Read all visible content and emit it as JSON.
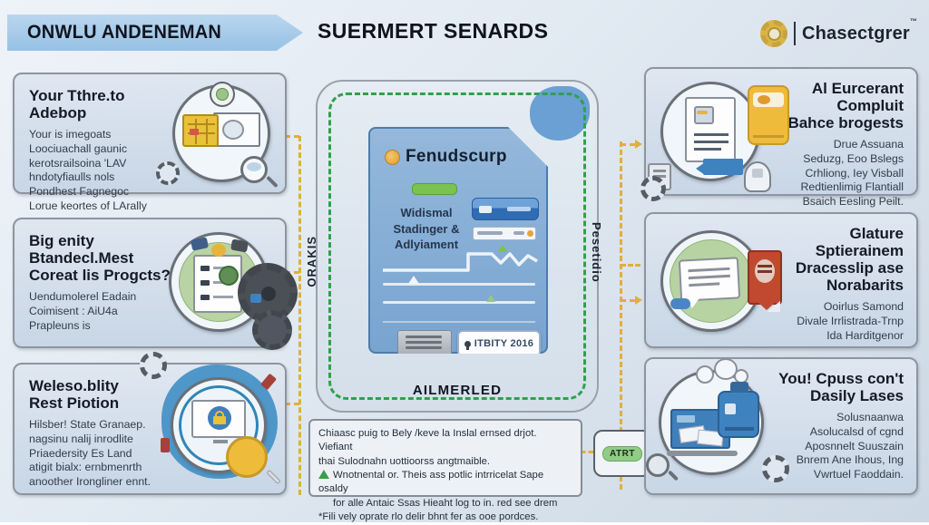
{
  "colors": {
    "accent_yellow": "#DFAF3F",
    "green_dash": "#2FA14B",
    "banner_blue": "#A9CBE8",
    "doc_blue": "#7FA9D3",
    "brand_gold": "#C9A23B"
  },
  "header": {
    "banner": "ONWLU ANDENEMAN",
    "title": "SUERMERT SENARDS",
    "brand_name": "Chasectgrer",
    "brand_tm": "™"
  },
  "left_cards": [
    {
      "title": "Your Tthre.to Adebop",
      "body": "Your is imegoats\nLoociuachall gaunic\nkerotsrailsoina 'LAV\nhndotyfiaulls nols\nPondhest Fagnegoc\nLorue keortes of LArally"
    },
    {
      "title": "Big enity\nBtandecl.Mest\nCoreat lis Progcts?",
      "body": "Uendumolerel Eadain\nCoimisent : AiU4a\nPrapleuns is"
    },
    {
      "title": "Weleso.blity\nRest Piotion",
      "body": "Hilsber! State Granaep.\nnagsinu nalij inrodlite\nPriaedersity Es Land\natigit bialx: ernbmenrth\nanoother Irongliner ennt."
    }
  ],
  "right_cards": [
    {
      "title": "Al Eurcerant\nCompluit\nBahce brogests",
      "body": "Drue Assuana\nSeduzg, Eoo Bslegs\nCrhliong, Iey Visball\nRedtienlimig Flantiall\nBsaich Eesling Peilt."
    },
    {
      "title": "Glature Sptierainem\nDracesslip ase\nNorabarits",
      "body": "Ooirlus Samond\nDivale Irrlistrada-Trnp\nIda Harditgenor"
    },
    {
      "title": "You! Cpuss con't\nDasily Lases",
      "body": "Solusnaanwa\nAsolucalsd of cgnd\nAposnnelt Suuszain\nBnrem Ane Ihous, Ing\nVwrtuel Faoddain."
    }
  ],
  "center": {
    "doc_title": "Fenudscurp",
    "doc_subtitle": "Widismal\nStadinger &\nAdlyiament",
    "stamp_text": "ITBITY 2016",
    "panel_footer": "AILMERLED",
    "side_label_left": "ORAKIS",
    "side_label_right": "Pesetidio"
  },
  "note": {
    "line1": "Chiaasc puig to Bely /keve la Inslal ernsed drjot. Viefiant",
    "line2": "thai Sulodnahn uottioorss angtmaible.",
    "line3": "Wnotnental or. Theis ass potlic intrricelat Sape osaldy",
    "line4": "for alle Antaic Ssas Hieaht log to in. red see drem",
    "line5": "*Fili vely oprate rlo delir bhnt fer as ooe pordces."
  },
  "tag_label": "ATRT"
}
